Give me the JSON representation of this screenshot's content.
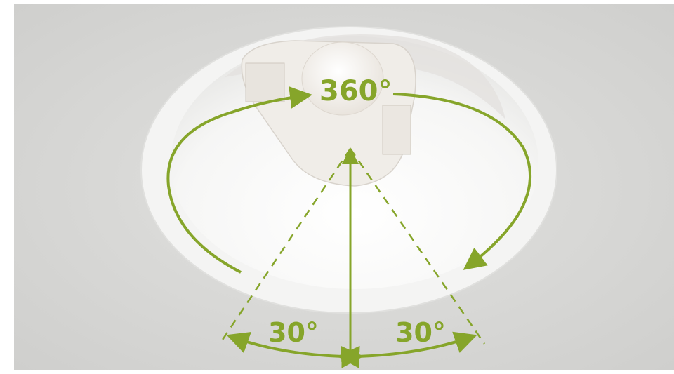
{
  "annotations": {
    "rotation_label": "360°",
    "tilt_left_label": "30°",
    "tilt_right_label": "30°"
  },
  "colors": {
    "annotation_green": "#86a52a",
    "ceiling": "#d9d9d7",
    "trim": "#f7f7f6"
  },
  "icons": {
    "rotation": "circular-arrow",
    "tilt": "double-arrow"
  }
}
